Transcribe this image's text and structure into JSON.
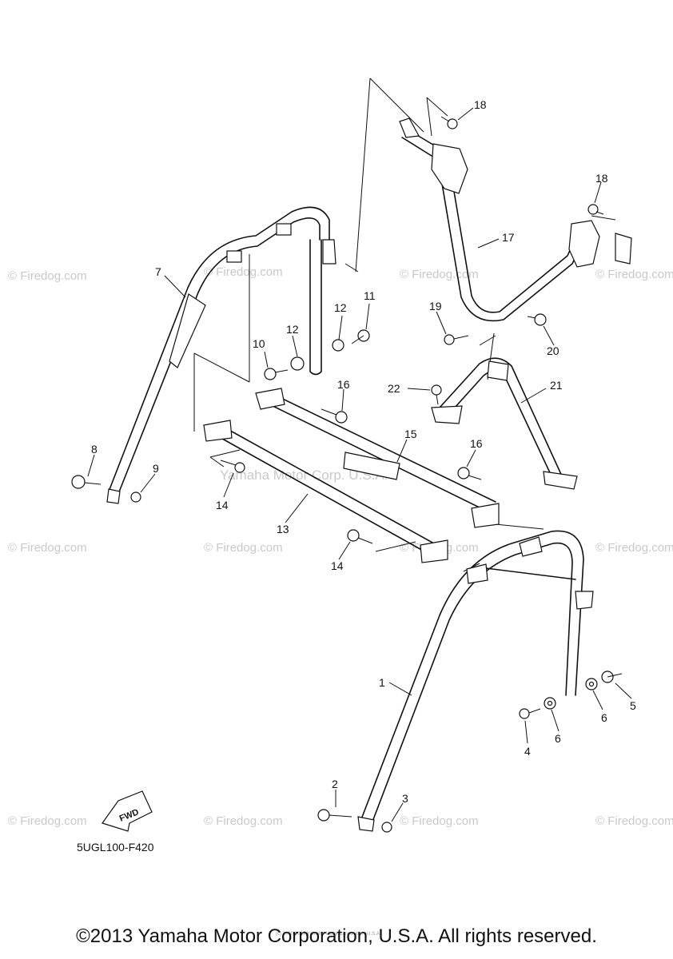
{
  "diagram": {
    "callouts": [
      "1",
      "2",
      "3",
      "4",
      "5",
      "6",
      "6",
      "7",
      "8",
      "9",
      "10",
      "11",
      "12",
      "12",
      "13",
      "14",
      "14",
      "15",
      "16",
      "16",
      "17",
      "18",
      "18",
      "19",
      "20",
      "21",
      "22"
    ],
    "watermark_site": "© Firedog.com",
    "watermark_company": "Yamaha Motor Corp. U.S.A.",
    "tiny_credit": "(c) 2000-2015 Yamaha Motor Corporation, U.S.A.",
    "fwd_label": "FWD",
    "diagram_code": "5UGL100-F420"
  },
  "footer": {
    "copyright": "©2013 Yamaha Motor Corporation, U.S.A. All rights reserved."
  }
}
